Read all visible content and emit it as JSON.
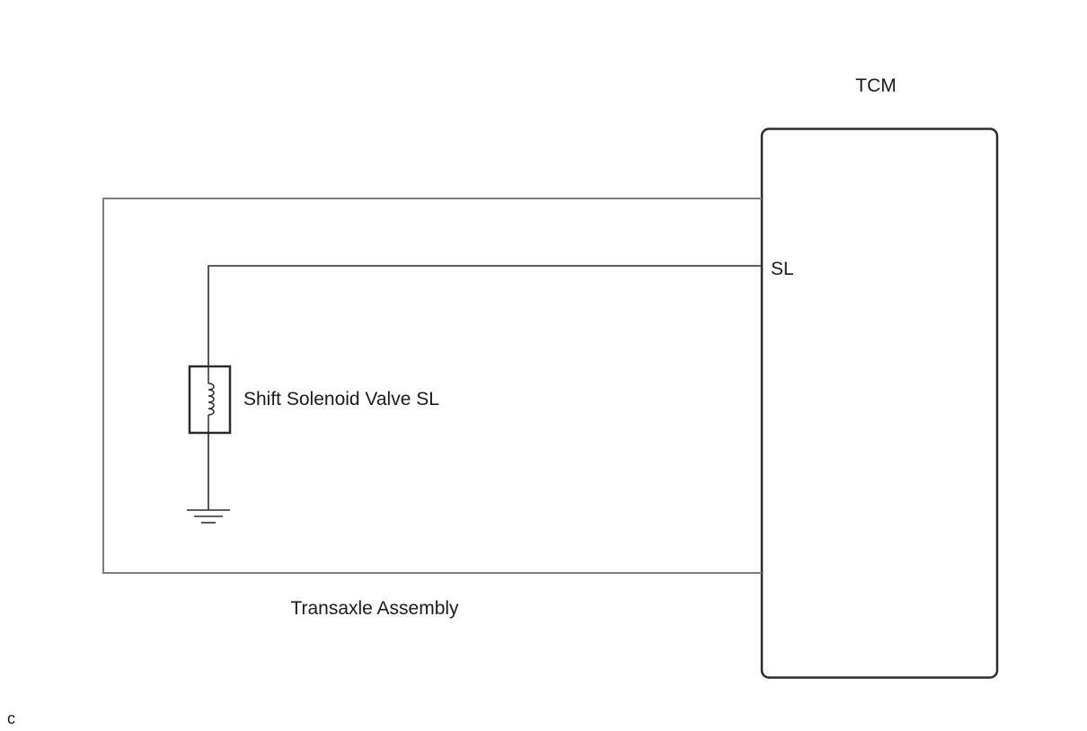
{
  "tcm": {
    "label": "TCM",
    "terminal_label": "SL"
  },
  "solenoid": {
    "label": "Shift Solenoid Valve SL",
    "symbol": "coil-icon"
  },
  "ground": {
    "symbol": "ground-icon"
  },
  "assembly": {
    "label": "Transaxle Assembly"
  },
  "footer": {
    "code": "c"
  },
  "colors": {
    "line": "#2b2b2b",
    "background": "#ffffff"
  }
}
